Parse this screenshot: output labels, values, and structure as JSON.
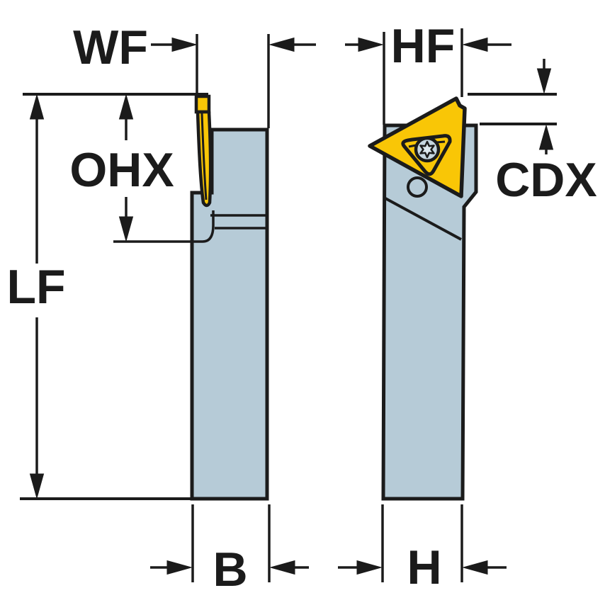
{
  "labels": {
    "wf": "WF",
    "hf": "HF",
    "ohx": "OHX",
    "cdx": "CDX",
    "lf": "LF",
    "b": "B",
    "h": "H"
  },
  "colors": {
    "holder_body": "#B6CBD7",
    "insert_yellow": "#F9C606",
    "outline": "#1B1B1B",
    "screw_ring_fill": "#C6D6E0",
    "screw_star_fill": "#DDE8EE",
    "background": "#FFFFFF"
  }
}
